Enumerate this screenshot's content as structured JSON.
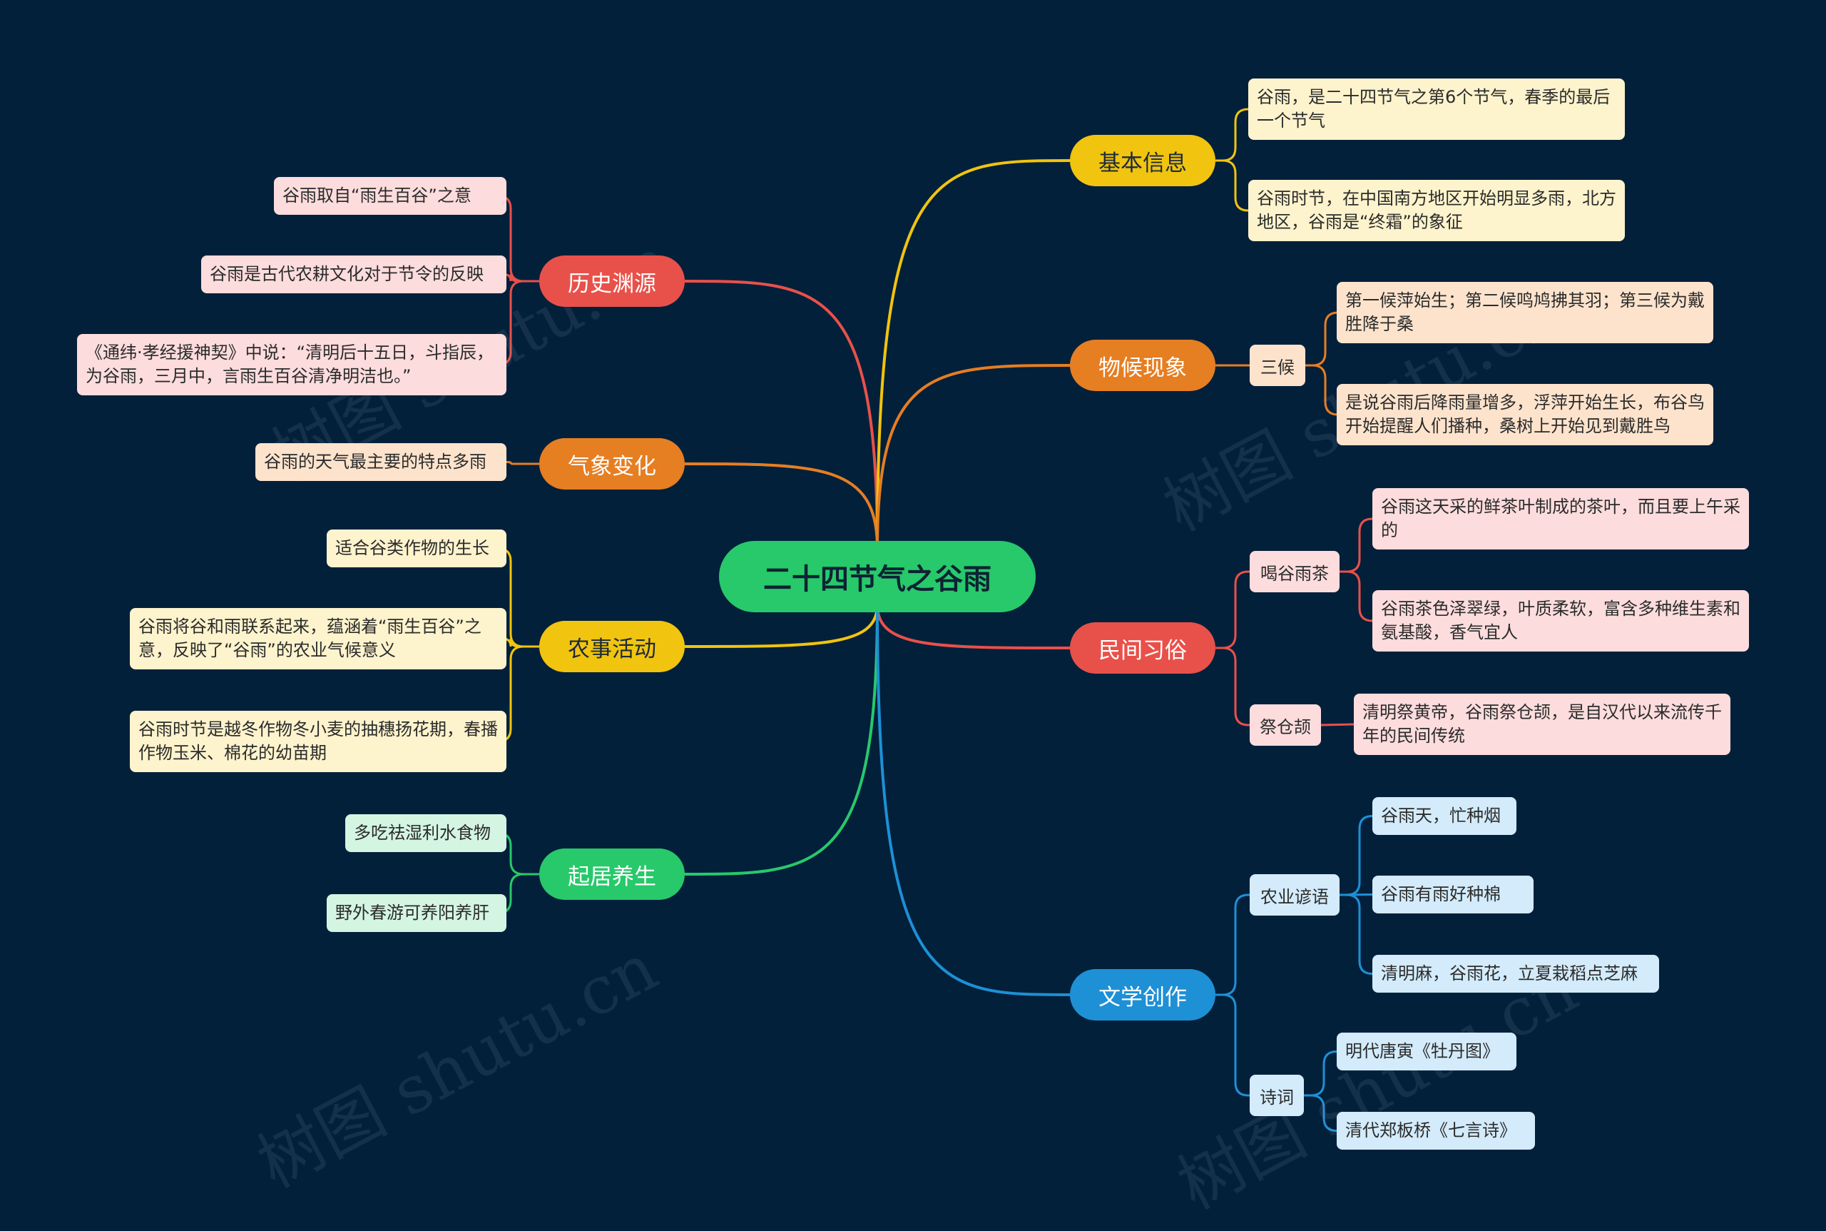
{
  "center": "二十四节气之谷雨",
  "branches": {
    "history": {
      "label": "历史渊源",
      "items": [
        "谷雨取自“雨生百谷”之意",
        "谷雨是古代农耕文化对于节令的反映",
        "《通纬·孝经援神契》中说：“清明后十五日，斗指辰，为谷雨，三月中，言雨生百谷清净明洁也。”"
      ]
    },
    "weather": {
      "label": "气象变化",
      "items": [
        "谷雨的天气最主要的特点多雨"
      ]
    },
    "farming": {
      "label": "农事活动",
      "items": [
        "适合谷类作物的生长",
        "谷雨将谷和雨联系起来，蕴涵着“雨生百谷”之意，反映了“谷雨”的农业气候意义",
        "谷雨时节是越冬作物冬小麦的抽穗扬花期，春播作物玉米、棉花的幼苗期"
      ]
    },
    "health": {
      "label": "起居养生",
      "items": [
        "多吃祛湿利水食物",
        "野外春游可养阳养肝"
      ]
    },
    "basic": {
      "label": "基本信息",
      "items": [
        "谷雨，是二十四节气之第6个节气，春季的最后一个节气",
        "谷雨时节，在中国南方地区开始明显多雨，北方地区，谷雨是“终霜”的象征"
      ]
    },
    "phenology": {
      "label": "物候现象",
      "sub": {
        "label": "三候",
        "items": [
          "第一候萍始生；第二候鸣鸠拂其羽；第三候为戴胜降于桑",
          "是说谷雨后降雨量增多，浮萍开始生长，布谷鸟开始提醒人们播种，桑树上开始见到戴胜鸟"
        ]
      }
    },
    "folk": {
      "label": "民间习俗",
      "subs": [
        {
          "label": "喝谷雨茶",
          "items": [
            "谷雨这天采的鲜茶叶制成的茶叶，而且要上午采的",
            "谷雨茶色泽翠绿，叶质柔软，富含多种维生素和氨基酸，香气宜人"
          ]
        },
        {
          "label": "祭仓颉",
          "items": [
            "清明祭黄帝，谷雨祭仓颉，是自汉代以来流传千年的民间传统"
          ]
        }
      ]
    },
    "literature": {
      "label": "文学创作",
      "subs": [
        {
          "label": "农业谚语",
          "items": [
            "谷雨天，忙种烟",
            "谷雨有雨好种棉",
            "清明麻，谷雨花，立夏栽稻点芝麻"
          ]
        },
        {
          "label": "诗词",
          "items": [
            "明代唐寅《牡丹图》",
            "清代郑板桥《七言诗》"
          ]
        }
      ]
    }
  },
  "watermark": "树图 shutu.cn",
  "colors": {
    "background": "#03203b",
    "center": "#27c96a",
    "red": "#e8514a",
    "orange": "#e67e22",
    "yellow": "#f1c40f",
    "green": "#27c96a",
    "blue": "#1e90d6"
  }
}
